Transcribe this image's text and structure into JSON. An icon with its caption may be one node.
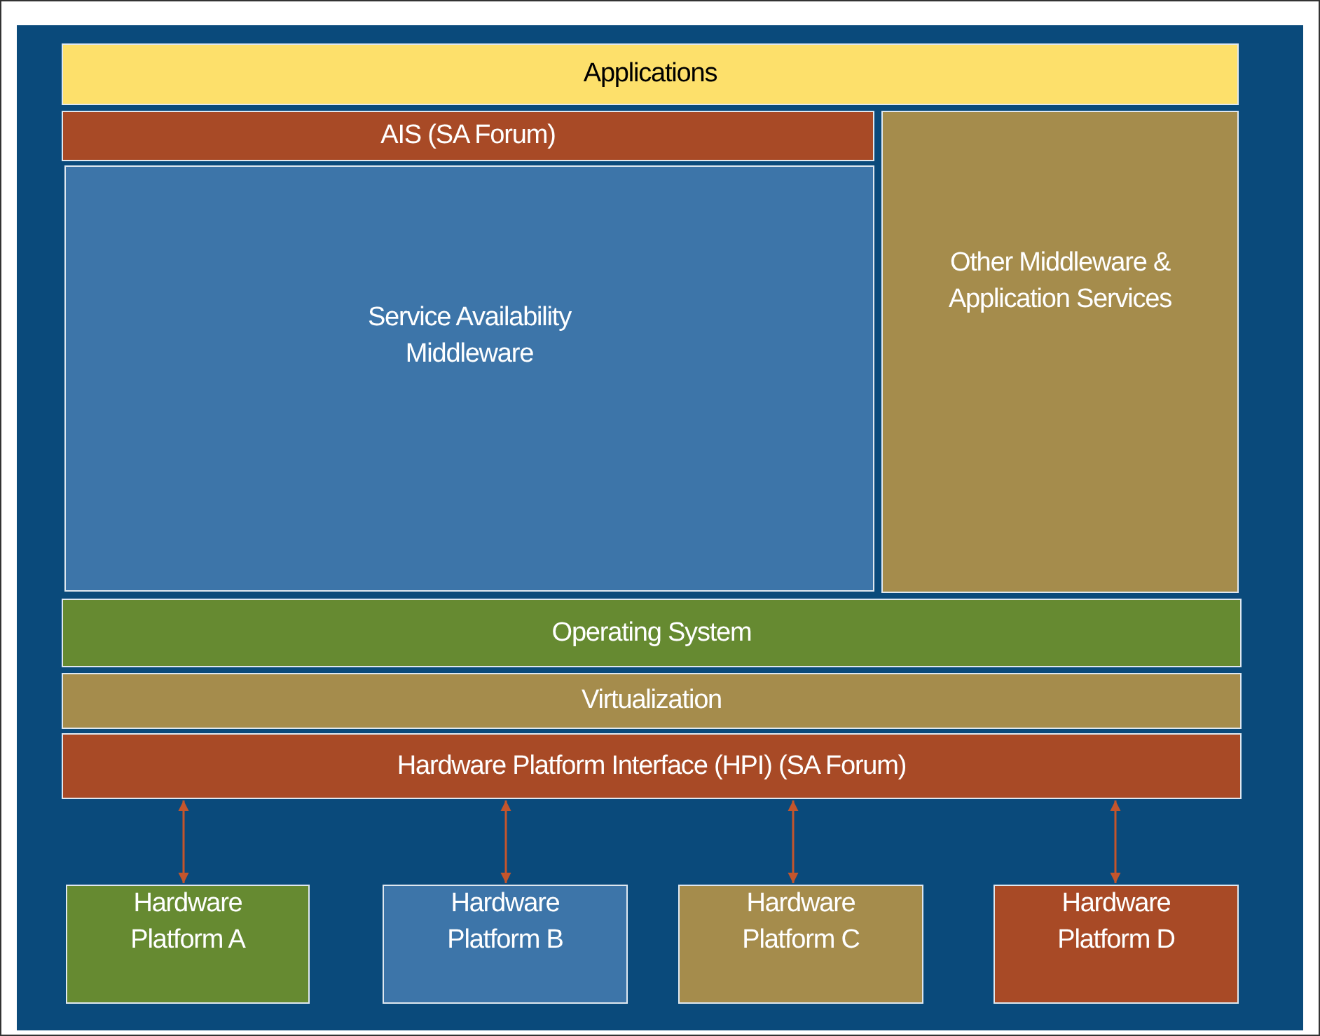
{
  "diagram": {
    "nodes": [
      {
        "text": [],
        "shape": "box"
      },
      {
        "text": [
          "Applications"
        ],
        "in": 0
      },
      {
        "text": [
          "AIS (SA Forum)"
        ],
        "in": 0
      },
      {
        "text": [
          "Service Availability Middleware"
        ],
        "in": 0
      },
      {
        "text": [
          "Other Middleware & Application Services"
        ],
        "in": 0
      },
      {
        "text": [
          "Operating System"
        ],
        "in": 0
      },
      {
        "text": [
          "Virtualization"
        ],
        "in": 0
      },
      {
        "text": [
          "Hardware Platform Interface (HPI) (SA Forum)"
        ],
        "in": 0
      },
      {
        "text": [
          "Hardware Platform A"
        ],
        "in": 0
      },
      {
        "text": [
          "Hardware Platform B"
        ],
        "in": 0
      },
      {
        "text": [
          "Hardware Platform C"
        ],
        "in": 0
      },
      {
        "text": [
          "Hardware Platform D"
        ],
        "in": 0
      }
    ],
    "edges": [
      {
        "from": 7,
        "to": 8,
        "arrow": "both"
      },
      {
        "from": 7,
        "to": 9,
        "arrow": "both"
      },
      {
        "from": 7,
        "to": 10,
        "arrow": "both"
      },
      {
        "from": 7,
        "to": 11,
        "arrow": "both"
      }
    ]
  }
}
